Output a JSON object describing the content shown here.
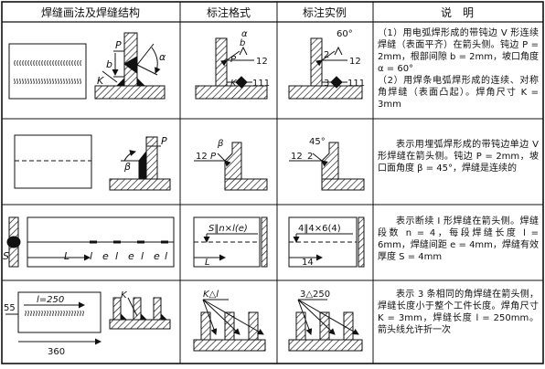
{
  "headers": [
    "焊缝画法及焊缝结构",
    "标注格式",
    "标注实例",
    "说　明"
  ],
  "rows": [
    {
      "labels": {
        "p": "P",
        "b": "b",
        "alpha": "α",
        "k": "K",
        "twelve": "12",
        "n111": "111",
        "ex_angle": "60°",
        "ex_two": "2",
        "ex_three": "3",
        "ex_twelve": "12",
        "ex_n111": "111"
      },
      "note": "（1）用电弧焊形成的带钝边 V 形连续焊缝（表面平齐）在箭头侧。钝边 P = 2mm，根部间隙 b = 2mm，坡口角度 α = 60°\n（2）用焊条电弧焊形成的连续、对称角焊缝（表面凸起）。焊角尺寸 K = 3mm"
    },
    {
      "labels": {
        "p": "P",
        "beta": "β",
        "twelve": "12",
        "fmt_symbol": "P",
        "ex_angle": "45°",
        "ex_twelve": "12",
        "ex_two": "2"
      },
      "note": "表示用埋弧焊形成的带钝边单边 V 形焊缝在箭头侧。钝边 P = 2mm，坡口面角度 β = 45°，焊缝是连续的"
    },
    {
      "labels": {
        "s": "S",
        "l_seg": "l",
        "e_seg": "e",
        "L": "L",
        "fmt_text": "S‖n×l(e)",
        "ex_text": "4‖4×6(4)",
        "ex_fourteen": "14"
      },
      "note": "表示断续 I 形焊缝在箭头侧。焊缝段数 n = 4，每段焊缝长度 l = 6mm，焊缝间距 e = 4mm，焊缝有效厚度 S = 4mm"
    },
    {
      "labels": {
        "fiftyfive": "55",
        "l250": "l=250",
        "three_sixty": "360",
        "k": "K",
        "fmt_text": "K△l",
        "ex_text": "3△250"
      },
      "note": "表示 3 条相同的角焊缝在箭头侧，焊缝长度小于整个工件长度。焊角尺寸 K = 3mm，焊缝长度 l = 250mm。箭头线允许折一次"
    }
  ]
}
